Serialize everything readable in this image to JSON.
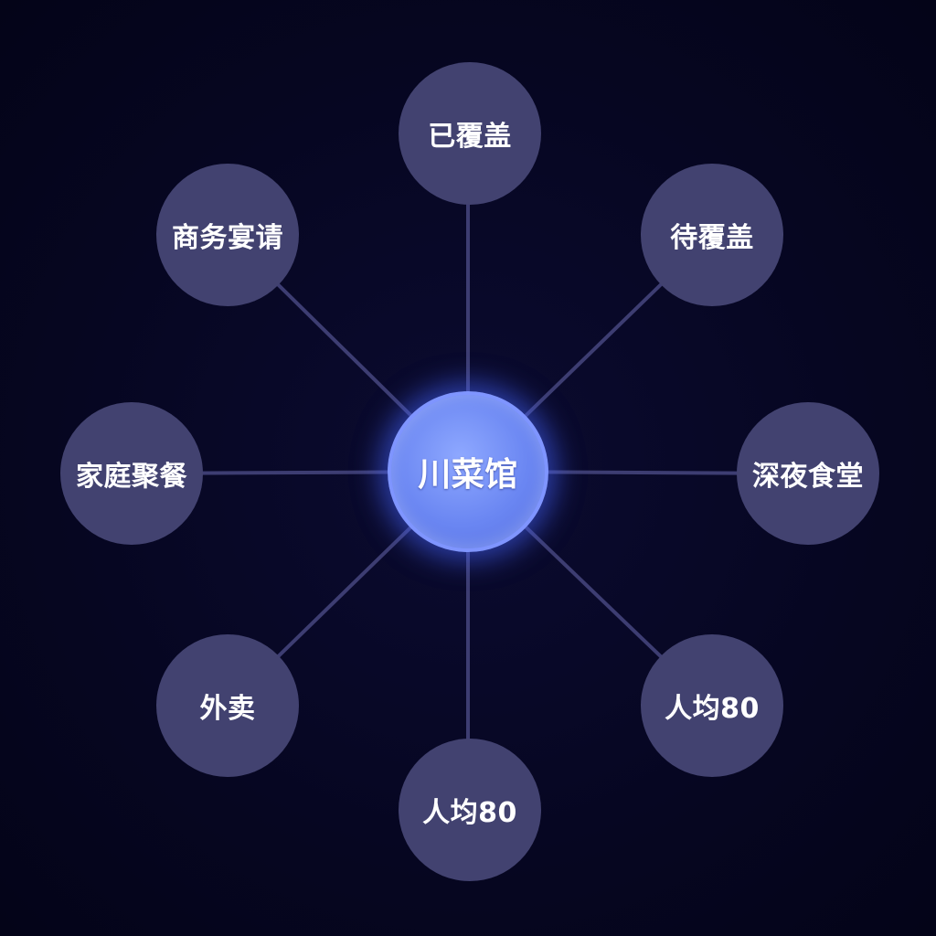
{
  "diagram": {
    "center": {
      "label": "川菜馆",
      "color": "#6a86f2"
    },
    "nodes": [
      {
        "key": "top",
        "label": "已覆盖"
      },
      {
        "key": "topright",
        "label": "待覆盖"
      },
      {
        "key": "right",
        "label": "深夜食堂"
      },
      {
        "key": "botright",
        "label": "人均80"
      },
      {
        "key": "bottom",
        "label": "人均80"
      },
      {
        "key": "botleft",
        "label": "外卖"
      },
      {
        "key": "left",
        "label": "家庭聚餐"
      },
      {
        "key": "topleft",
        "label": "商务宴请"
      }
    ],
    "node_color": "#424270",
    "link_color": "#3d3d72",
    "background_color": "#060621"
  }
}
